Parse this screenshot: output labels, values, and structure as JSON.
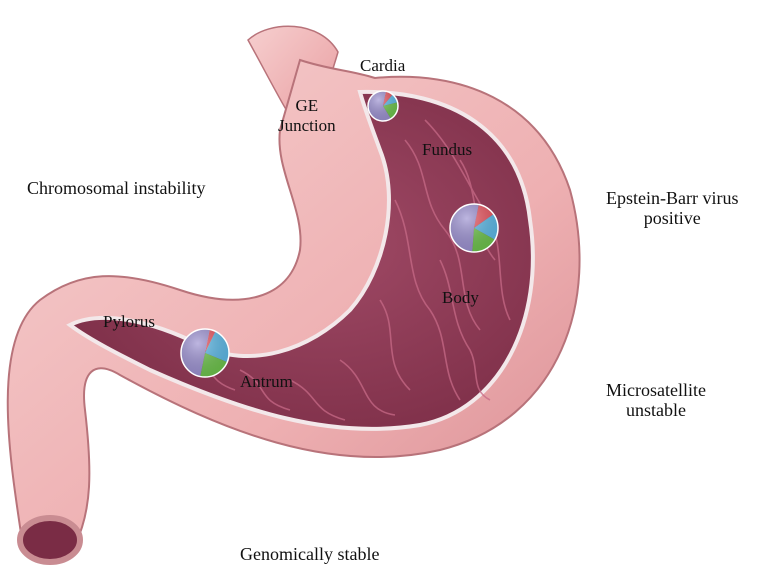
{
  "labels": {
    "cardia": "Cardia",
    "ge_junction": "GE\nJunction",
    "fundus": "Fundus",
    "body": "Body",
    "pylorus": "Pylorus",
    "antrum": "Antrum"
  },
  "subtypes": {
    "cin": "Chromosomal instability",
    "ebv": "Epstein-Barr virus\npositive",
    "msi": "Microsatellite\nunstable",
    "gs": "Genomically stable"
  },
  "colors": {
    "cin": "#9a8fd0",
    "ebv": "#e8545f",
    "msi": "#5bb8e6",
    "gs": "#6cc24a",
    "tissue_outer": "#f0b9b9",
    "tissue_inner": "#8e3a55"
  },
  "pies": [
    {
      "site": "cardia",
      "proportions": {
        "cin": 0.62,
        "ebv": 0.08,
        "msi": 0.1,
        "gs": 0.2
      }
    },
    {
      "site": "body",
      "proportions": {
        "cin": 0.52,
        "ebv": 0.12,
        "msi": 0.18,
        "gs": 0.18
      }
    },
    {
      "site": "antrum",
      "proportions": {
        "cin": 0.5,
        "ebv": 0.04,
        "msi": 0.24,
        "gs": 0.22
      }
    }
  ]
}
